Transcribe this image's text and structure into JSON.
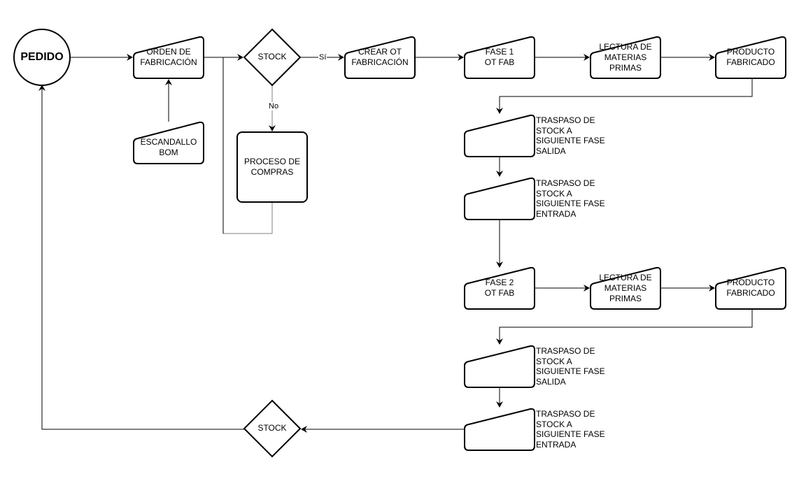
{
  "diagram": {
    "type": "flowchart",
    "colors": {
      "stroke": "#000000",
      "no_branch_stroke": "#808080",
      "background": "#ffffff"
    },
    "nodes": {
      "pedido": {
        "label": "PEDIDO",
        "shape": "circle"
      },
      "orden_fabricacion": {
        "label": "ORDEN DE\nFABRICACIÓN",
        "shape": "manual-input"
      },
      "escandallo": {
        "label": "ESCANDALLO\nBOM",
        "shape": "manual-input"
      },
      "stock_1": {
        "label": "STOCK",
        "shape": "diamond"
      },
      "proceso_compras": {
        "label": "PROCESO DE\nCOMPRAS",
        "shape": "rounded-rect"
      },
      "crear_ot": {
        "label": "CREAR OT\nFABRICACIÓN",
        "shape": "manual-input"
      },
      "fase1": {
        "label": "FASE 1\nOT FAB",
        "shape": "manual-input"
      },
      "lectura1": {
        "label": "LECTURA DE\nMATERIAS\nPRIMAS",
        "shape": "manual-input"
      },
      "producto1": {
        "label": "PRODUCTO\nFABRICADO",
        "shape": "manual-input"
      },
      "traspaso_salida1": {
        "label": "TRASPASO DE\nSTOCK A\nSIGUIENTE FASE\nSALIDA",
        "shape": "manual-input"
      },
      "traspaso_entrada1": {
        "label": "TRASPASO DE\nSTOCK A\nSIGUIENTE FASE\nENTRADA",
        "shape": "manual-input"
      },
      "fase2": {
        "label": "FASE 2\nOT FAB",
        "shape": "manual-input"
      },
      "lectura2": {
        "label": "LECTURA DE\nMATERIAS\nPRIMAS",
        "shape": "manual-input"
      },
      "producto2": {
        "label": "PRODUCTO\nFABRICADO",
        "shape": "manual-input"
      },
      "traspaso_salida2": {
        "label": "TRASPASO DE\nSTOCK A\nSIGUIENTE FASE\nSALIDA",
        "shape": "manual-input"
      },
      "traspaso_entrada2": {
        "label": "TRASPASO DE\nSTOCK A\nSIGUIENTE FASE\nENTRADA",
        "shape": "manual-input"
      },
      "stock_2": {
        "label": "STOCK",
        "shape": "diamond"
      }
    },
    "edge_labels": {
      "yes": "Sí",
      "no": "No"
    },
    "edges": [
      {
        "from": "pedido",
        "to": "orden_fabricacion"
      },
      {
        "from": "escandallo",
        "to": "orden_fabricacion"
      },
      {
        "from": "orden_fabricacion",
        "to": "stock_1"
      },
      {
        "from": "stock_1",
        "to": "crear_ot",
        "label": "Sí"
      },
      {
        "from": "stock_1",
        "to": "proceso_compras",
        "label": "No"
      },
      {
        "from": "proceso_compras",
        "to": "stock_1"
      },
      {
        "from": "crear_ot",
        "to": "fase1"
      },
      {
        "from": "fase1",
        "to": "lectura1"
      },
      {
        "from": "lectura1",
        "to": "producto1"
      },
      {
        "from": "producto1",
        "to": "traspaso_salida1"
      },
      {
        "from": "traspaso_salida1",
        "to": "traspaso_entrada1"
      },
      {
        "from": "traspaso_entrada1",
        "to": "fase2"
      },
      {
        "from": "fase2",
        "to": "lectura2"
      },
      {
        "from": "lectura2",
        "to": "producto2"
      },
      {
        "from": "producto2",
        "to": "traspaso_salida2"
      },
      {
        "from": "traspaso_salida2",
        "to": "traspaso_entrada2"
      },
      {
        "from": "traspaso_entrada2",
        "to": "stock_2"
      },
      {
        "from": "stock_2",
        "to": "pedido"
      }
    ]
  }
}
